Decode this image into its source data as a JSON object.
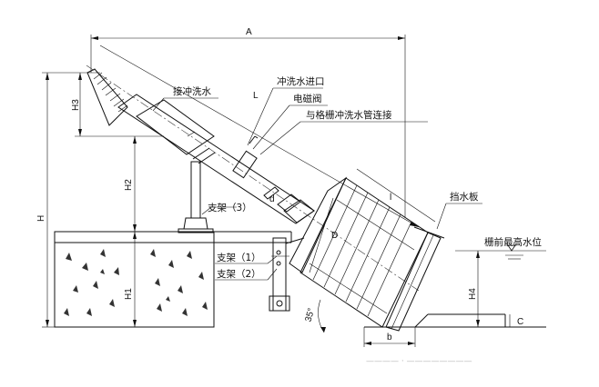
{
  "labels": {
    "flush_water_inlet_top": "冲洗水进口",
    "connect_flush_water": "接冲洗水",
    "solenoid_valve": "电磁阀",
    "connect_grid_flush_pipe": "与格栅冲洗水管连接",
    "bracket_3": "支架（3）",
    "bracket_1": "支架（1）",
    "bracket_2": "支架（2）",
    "baffle_plate": "挡水板",
    "max_water_level": "栅前最高水位"
  },
  "dimensions": {
    "A": "A",
    "H": "H",
    "H1": "H1",
    "H2": "H2",
    "H3": "H3",
    "H4": "H4",
    "L": "L",
    "l": "l",
    "d": "d",
    "D": "D",
    "b": "b",
    "C": "C",
    "angle": "35°"
  },
  "watermark": "———— · ————————"
}
